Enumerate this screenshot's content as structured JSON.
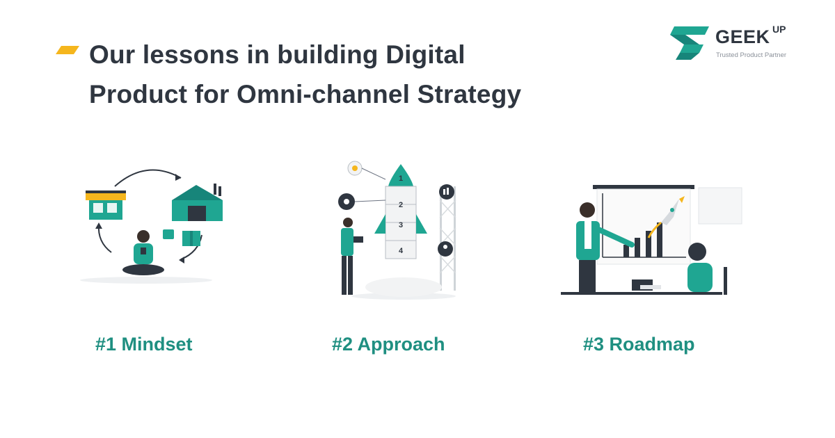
{
  "header": {
    "title_line1": "Our lessons in building Digital",
    "title_line2": "Product for Omni-channel Strategy",
    "accent_color": "#f5b61d"
  },
  "brand": {
    "name": "GEEK",
    "superscript": "UP",
    "tagline": "Trusted Product Partner",
    "color": "#1fa692",
    "icon": "geekup-logo-mark"
  },
  "lessons": [
    {
      "label": "#1 Mindset",
      "icon": "store-to-warehouse-illustration"
    },
    {
      "label": "#2 Approach",
      "icon": "rocket-steps-illustration"
    },
    {
      "label": "#3 Roadmap",
      "icon": "presentation-growth-illustration"
    }
  ],
  "rocket_steps": [
    "1",
    "2",
    "3",
    "4"
  ],
  "theme_color": "#1fa692"
}
